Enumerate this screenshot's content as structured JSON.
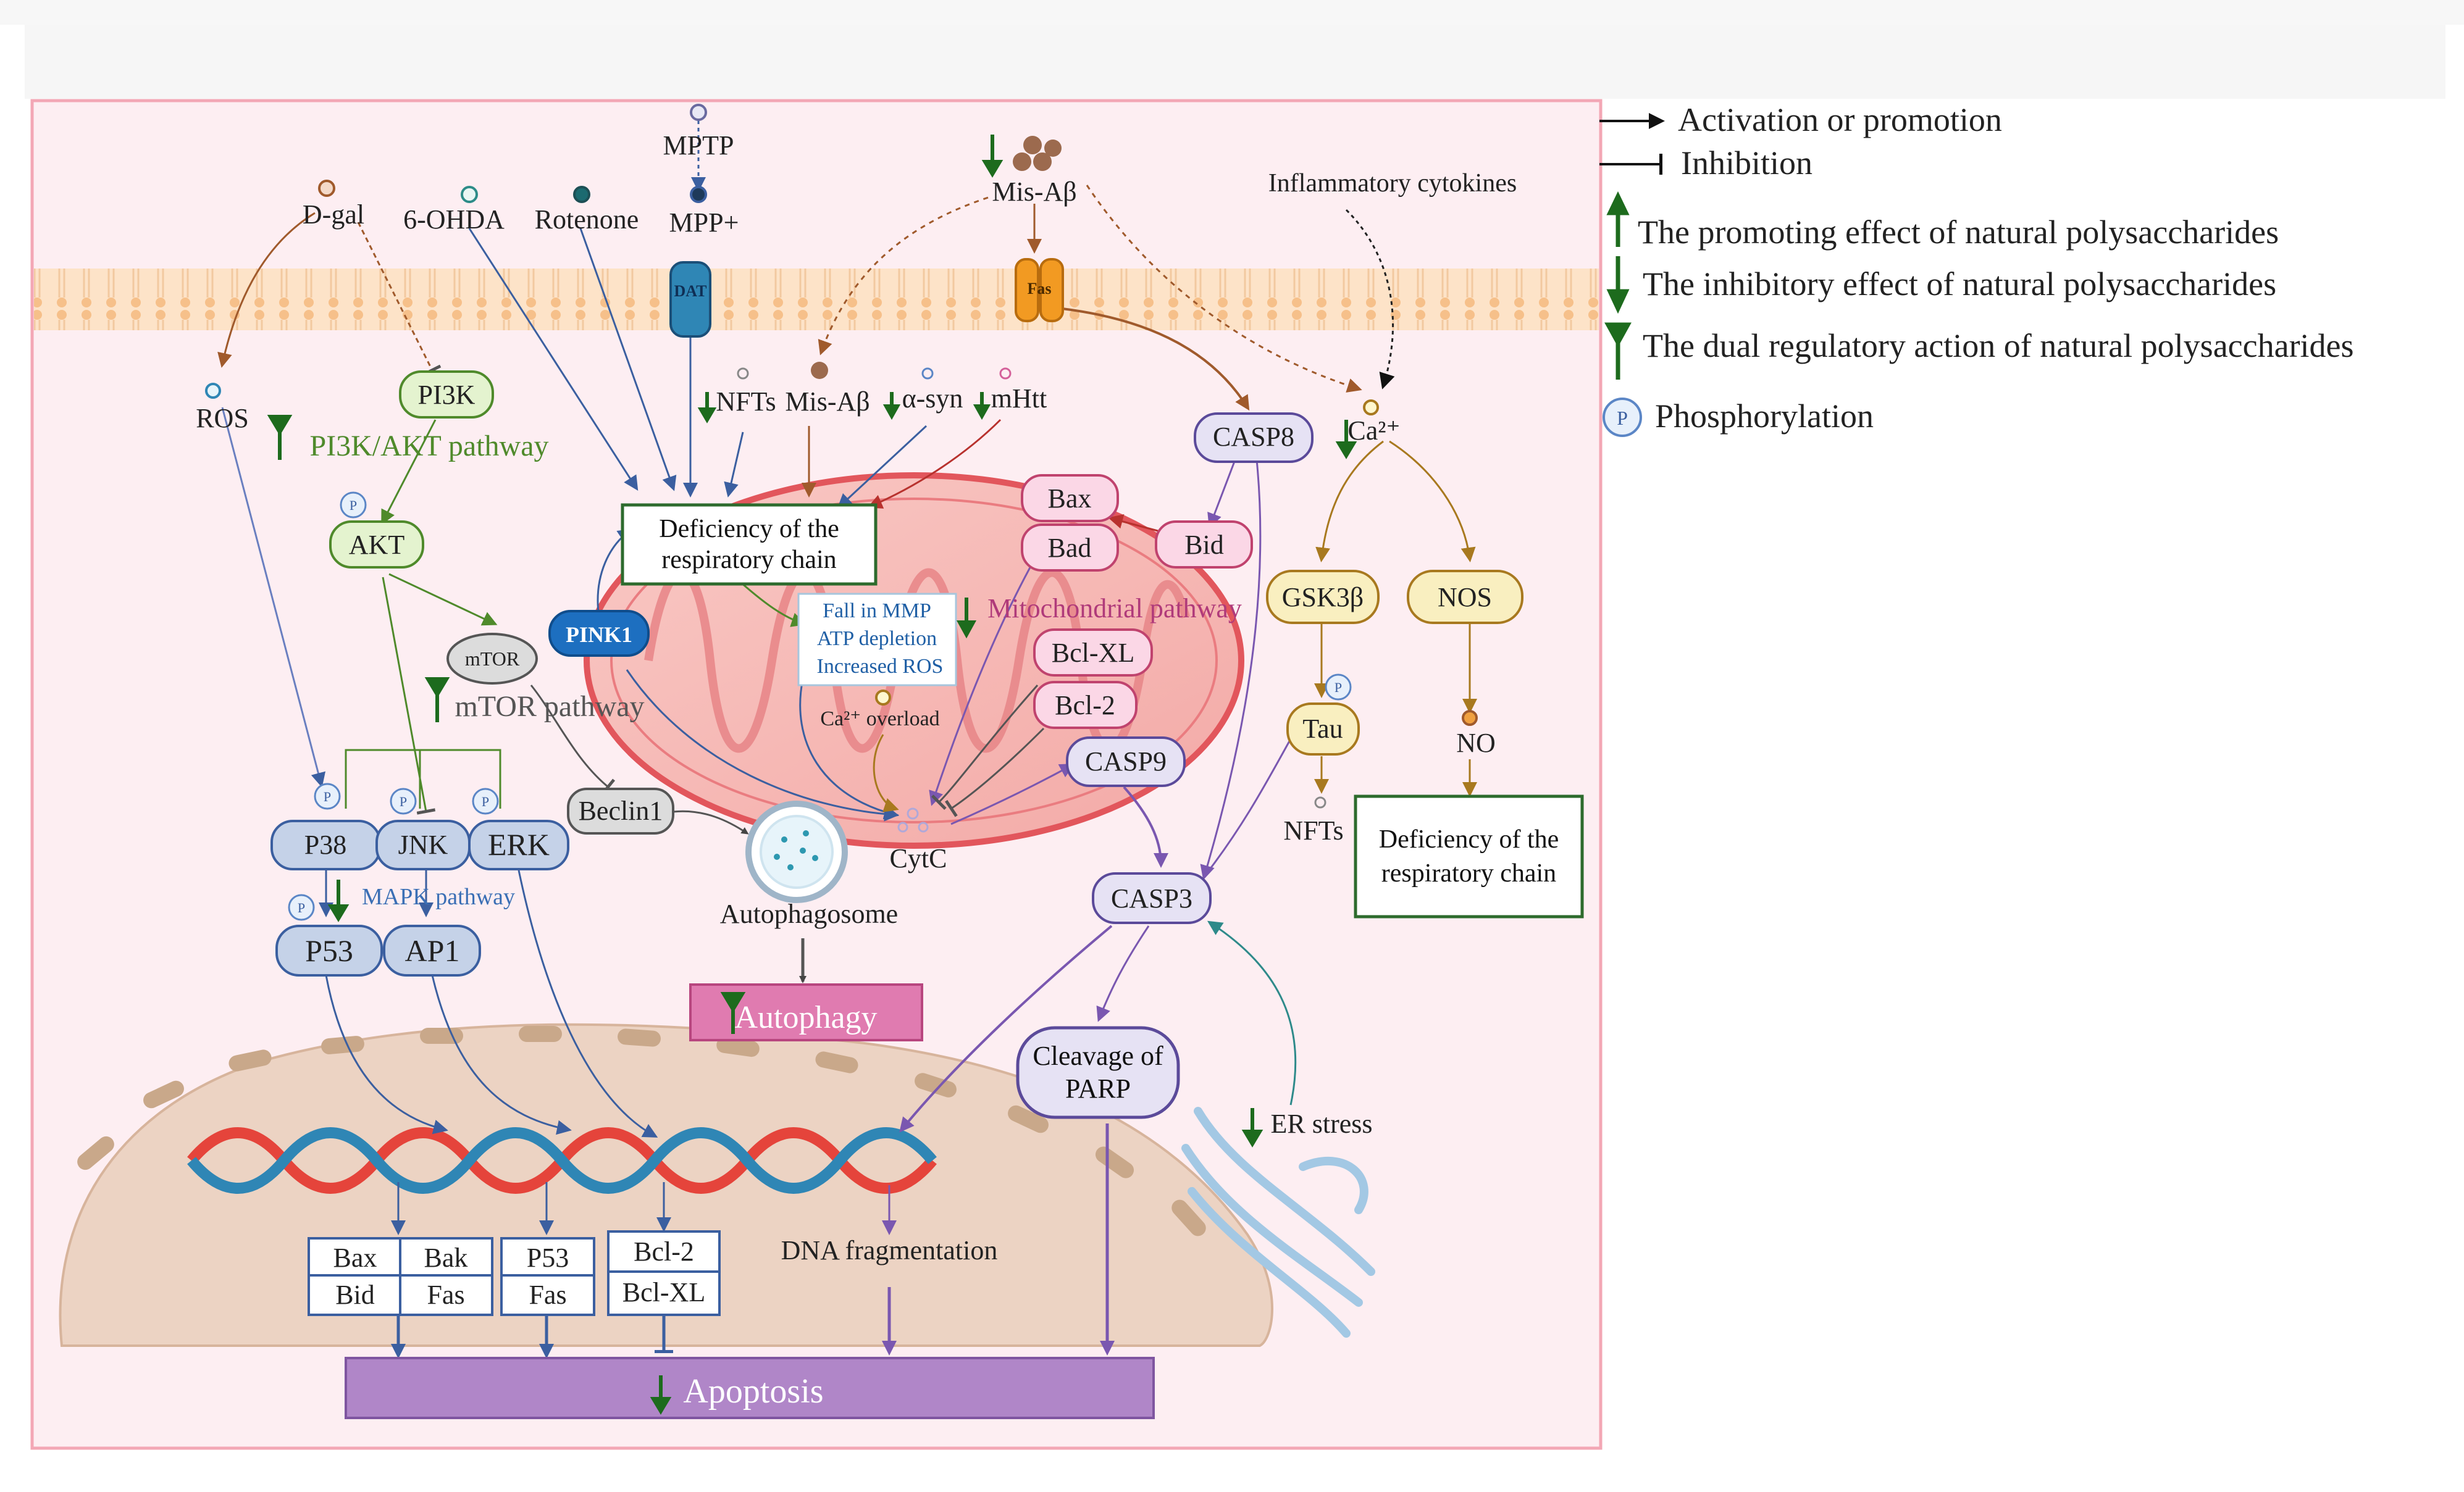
{
  "colors": {
    "panel_bg": "#fdeef2",
    "panel_border": "#f3a7b5",
    "membrane": "#fbd9b6",
    "nucleus": "#ecd3c3",
    "mito_fill": "#f8c2c0",
    "mito_stroke": "#e2565c",
    "green": "#1d6b1d",
    "dna_red": "#e5443b",
    "dna_blue": "#2f86b5",
    "apoptosis": "#b086c8",
    "autophagy": "#e07bb0",
    "mapk_fill": "#c5d2e8",
    "bax_fill": "#fbd7e6",
    "gsk_fill": "#f9efc0",
    "purple_fill": "#e6e2f4",
    "pink1": "#1d6fc0"
  },
  "legend": {
    "activation": "Activation or promotion",
    "inhibition": "Inhibition",
    "promoting": "The promoting effect of natural polysaccharides",
    "inhibitory": "The inhibitory effect of natural polysaccharides",
    "dual": "The dual regulatory action of natural polysaccharides",
    "phospho": "Phosphorylation",
    "p_symbol": "P"
  },
  "labels": {
    "mptp": "MPTP",
    "mpp": "MPP+",
    "dat": "DAT",
    "dgal": "D-gal",
    "ohda": "6-OHDA",
    "rotenone": "Rotenone",
    "misab_top": "Mis-Aβ",
    "fas_receptor": "Fas",
    "inflammatory": "Inflammatory cytokines",
    "ros": "ROS",
    "pi3k": "PI3K",
    "pi3k_pathway": "PI3K/AKT pathway",
    "akt": "AKT",
    "mtor": "mTOR",
    "mtor_pathway": "mTOR pathway",
    "pink1": "PINK1",
    "beclin1": "Beclin1",
    "nfts_mito": "NFTs",
    "misab_mito": "Mis-Aβ",
    "asyn": "α-syn",
    "mhtt": "mHtt",
    "deficiency_mito": "Deficiency of the respiratory chain",
    "mmp_fall": "Fall in MMP",
    "atp_depletion": "ATP depletion",
    "increased_ros": "Increased ROS",
    "ca_overload": "Ca²⁺ overload",
    "mito_pathway": "Mitochondrial  pathway",
    "cytc": "CytC",
    "autophagosome": "Autophagosome",
    "autophagy": "Autophagy",
    "casp8": "CASP8",
    "bax": "Bax",
    "bad": "Bad",
    "bid": "Bid",
    "bclxl": "Bcl-XL",
    "bcl2": "Bcl-2",
    "casp9": "CASP9",
    "casp3": "CASP3",
    "ca2": "Ca²⁺",
    "gsk3b": "GSK3β",
    "nos": "NOS",
    "tau": "Tau",
    "no": "NO",
    "nfts": "NFTs",
    "deficiency_right": "Deficiency of the respiratory chain",
    "p38": "P38",
    "jnk": "JNK",
    "erk": "ERK",
    "mapk_pathway": "MAPK pathway",
    "p53": "P53",
    "ap1": "AP1",
    "parp": "Cleavage of PARP",
    "er_stress": "ER stress",
    "dna_fragmentation": "DNA fragmentation",
    "gene_bax": "Bax",
    "gene_bak": "Bak",
    "gene_bid": "Bid",
    "gene_fas": "Fas",
    "gene_p53": "P53",
    "gene_fas2": "Fas",
    "gene_bcl2": "Bcl-2",
    "gene_bclxl": "Bcl-XL",
    "apoptosis": "Apoptosis"
  }
}
